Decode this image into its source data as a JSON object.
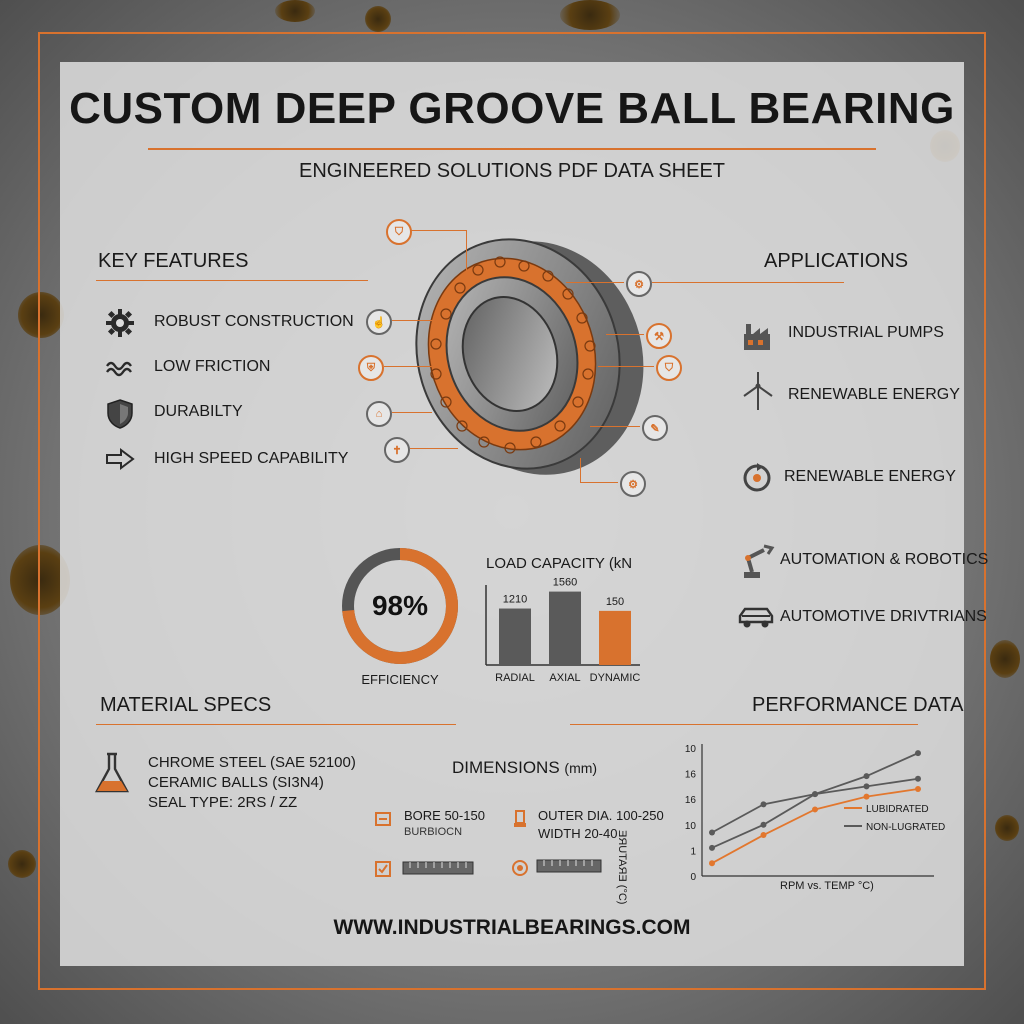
{
  "header": {
    "title": "CUSTOM DEEP GROOVE BALL BEARING",
    "subtitle": "ENGINEERED SOLUTIONS PDF DATA SHEET"
  },
  "key_features": {
    "heading": "KEY FEATURES",
    "items": [
      {
        "label": "ROBUST CONSTRUCTION",
        "icon": "gear-icon"
      },
      {
        "label": "LOW FRICTION",
        "icon": "wave-icon"
      },
      {
        "label": "DURABILTY",
        "icon": "shield-icon"
      },
      {
        "label": "HIGH SPEED CAPABILITY",
        "icon": "arrow-right-icon"
      }
    ]
  },
  "applications": {
    "heading": "APPLICATIONS",
    "items": [
      {
        "label": "INDUSTRIAL PUMPS",
        "icon": "factory-icon"
      },
      {
        "label": "RENEWABLE ENERGY",
        "icon": "wind-turbine-icon"
      },
      {
        "label": "RENEWABLE ENERGY",
        "icon": "recycle-icon"
      },
      {
        "label": "AUTOMATION & ROBOTICS",
        "icon": "robot-arm-icon"
      },
      {
        "label": "AUTOMOTIVE DRIVTRIANS",
        "icon": "car-icon"
      }
    ]
  },
  "efficiency": {
    "value_label": "98%",
    "value": 98,
    "caption": "EFFICIENCY"
  },
  "material_specs": {
    "heading": "MATERIAL SPECS",
    "lines": [
      "CHROME STEEL (SAE 52100)",
      "CERAMIC BALLS (SI3N4)",
      "SEAL TYPE: 2RS / ZZ"
    ]
  },
  "dimensions": {
    "heading": "DIMENSIONS",
    "unit": "(mm)",
    "bore": "BORE 50-150",
    "bore_sub": "BURBIOCN",
    "outer": "OUTER DIA. 100-250",
    "width": "WIDTH 20-40"
  },
  "performance": {
    "heading": "PERFORMANCE DATA"
  },
  "footer": {
    "url": "WWW.INDUSTRIALBEARINGS.COM"
  },
  "colors": {
    "accent": "#d8722e",
    "dark": "#5a5a5a",
    "text": "#161616"
  },
  "chart_data": [
    {
      "type": "bar",
      "title": "LOAD CAPACITY (kN",
      "categories": [
        "RADIAL",
        "AXIAL",
        "DYNAMIC"
      ],
      "values": [
        1200,
        1560,
        1150
      ],
      "data_labels": [
        "1210",
        "1560",
        "150"
      ],
      "colors": [
        "#5a5a5a",
        "#5a5a5a",
        "#d8722e"
      ],
      "ylim": [
        0,
        1700
      ]
    },
    {
      "type": "line",
      "title": "",
      "xlabel": "RPM vs. TEMP °C)",
      "ylabel": "ƎЯUTAЯƎ (°C)",
      "x": [
        0,
        1,
        2,
        3,
        4
      ],
      "y_ticks": [
        "0",
        "1",
        "10",
        "16",
        "16",
        "10"
      ],
      "ylim": [
        0,
        10
      ],
      "series": [
        {
          "name": "LUBIDRATED",
          "color": "#e2772e",
          "values": [
            1.0,
            3.2,
            5.2,
            6.2,
            6.8
          ]
        },
        {
          "name": "NON-LUGRATED",
          "color": "#5a5a5a",
          "values": [
            2.2,
            4.0,
            6.4,
            7.8,
            9.6
          ]
        },
        {
          "name": "",
          "color": "#5a5a5a",
          "values": [
            3.4,
            5.6,
            6.4,
            7.0,
            7.6
          ]
        }
      ]
    }
  ]
}
